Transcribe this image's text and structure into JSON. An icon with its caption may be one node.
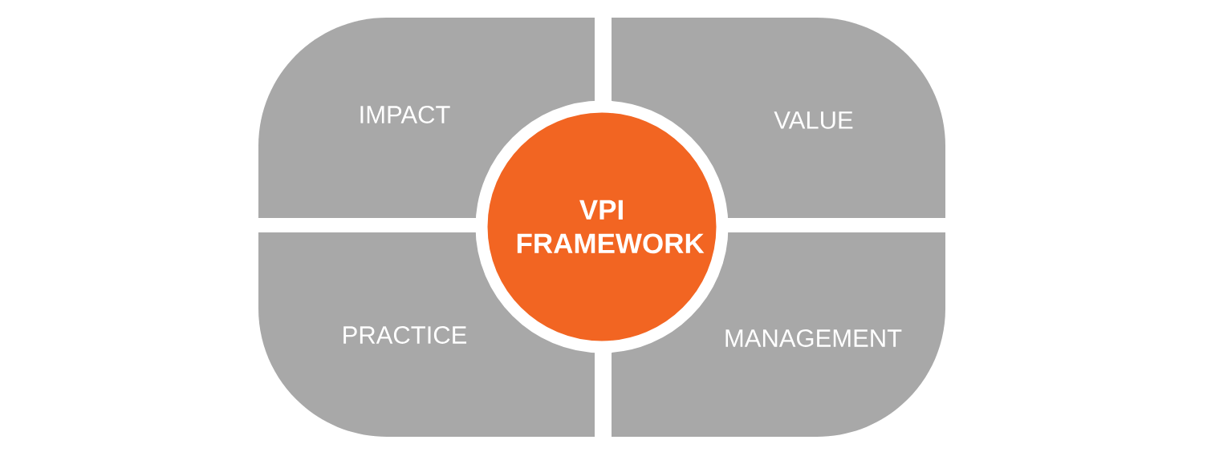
{
  "diagram": {
    "nodes": [
      {
        "text": [
          "IMPACT"
        ]
      },
      {
        "text": [
          "VALUE"
        ]
      },
      {
        "text": [
          "VPI FRAMEWORK"
        ]
      },
      {
        "text": [
          "PRACTICE"
        ]
      },
      {
        "text": [
          "MANAGEMENT"
        ]
      }
    ]
  }
}
